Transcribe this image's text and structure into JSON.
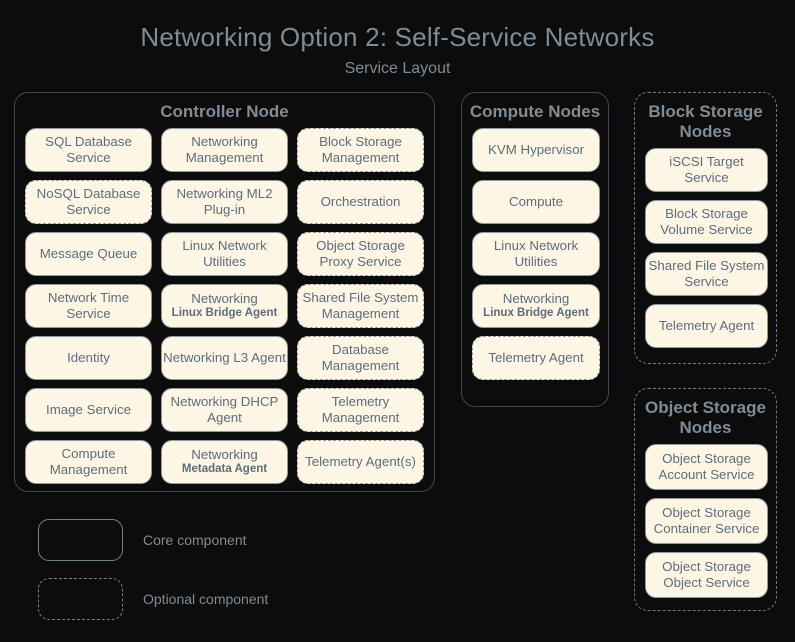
{
  "header": {
    "title": "Networking Option 2: Self-Service Networks",
    "subtitle": "Service Layout"
  },
  "colors": {
    "background": "#0c0c0c",
    "box_fill": "#fdf6e4",
    "box_border": "#8d9aa3",
    "text": "#5d6d7b",
    "heading": "#7e8c97",
    "container_border": "#3c4a55"
  },
  "nodes": {
    "controller": {
      "title": "Controller Node",
      "optional": false,
      "services": [
        {
          "label": "SQL Database Service",
          "optional": false
        },
        {
          "label": "Networking Management",
          "optional": false
        },
        {
          "label": "Block Storage Management",
          "optional": true
        },
        {
          "label": "NoSQL Database Service",
          "optional": true
        },
        {
          "label": "Networking ML2 Plug-in",
          "optional": false
        },
        {
          "label": "Orchestration",
          "optional": true
        },
        {
          "label": "Message Queue",
          "optional": false
        },
        {
          "label": "Linux Network Utilities",
          "optional": false
        },
        {
          "label": "Object Storage Proxy Service",
          "optional": true
        },
        {
          "label": "Network Time Service",
          "optional": false
        },
        {
          "label": "Networking",
          "sub": "Linux Bridge Agent",
          "optional": false
        },
        {
          "label": "Shared File System Management",
          "optional": true
        },
        {
          "label": "Identity",
          "optional": false
        },
        {
          "label": "Networking L3 Agent",
          "optional": false
        },
        {
          "label": "Database Management",
          "optional": true
        },
        {
          "label": "Image Service",
          "optional": false
        },
        {
          "label": "Networking DHCP Agent",
          "optional": false
        },
        {
          "label": "Telemetry Management",
          "optional": true
        },
        {
          "label": "Compute Management",
          "optional": false
        },
        {
          "label": "Networking",
          "sub": "Metadata Agent",
          "optional": false
        },
        {
          "label": "Telemetry Agent(s)",
          "optional": true
        }
      ]
    },
    "compute": {
      "title": "Compute Nodes",
      "optional": false,
      "services": [
        {
          "label": "KVM Hypervisor",
          "optional": false
        },
        {
          "label": "Compute",
          "optional": false
        },
        {
          "label": "Linux Network Utilities",
          "optional": false
        },
        {
          "label": "Networking",
          "sub": "Linux Bridge Agent",
          "optional": false
        },
        {
          "label": "Telemetry Agent",
          "optional": true
        }
      ]
    },
    "block_storage": {
      "title": "Block Storage Nodes",
      "optional": true,
      "services": [
        {
          "label": "iSCSI Target Service",
          "optional": false
        },
        {
          "label": "Block Storage Volume Service",
          "optional": false
        },
        {
          "label": "Shared File System Service",
          "optional": false
        },
        {
          "label": "Telemetry Agent",
          "optional": false
        }
      ]
    },
    "object_storage": {
      "title": "Object Storage Nodes",
      "optional": true,
      "services": [
        {
          "label": "Object Storage Account Service",
          "optional": false
        },
        {
          "label": "Object Storage Container Service",
          "optional": false
        },
        {
          "label": "Object Storage Object Service",
          "optional": false
        }
      ]
    }
  },
  "legend": {
    "core_label": "Core component",
    "optional_label": "Optional component"
  }
}
